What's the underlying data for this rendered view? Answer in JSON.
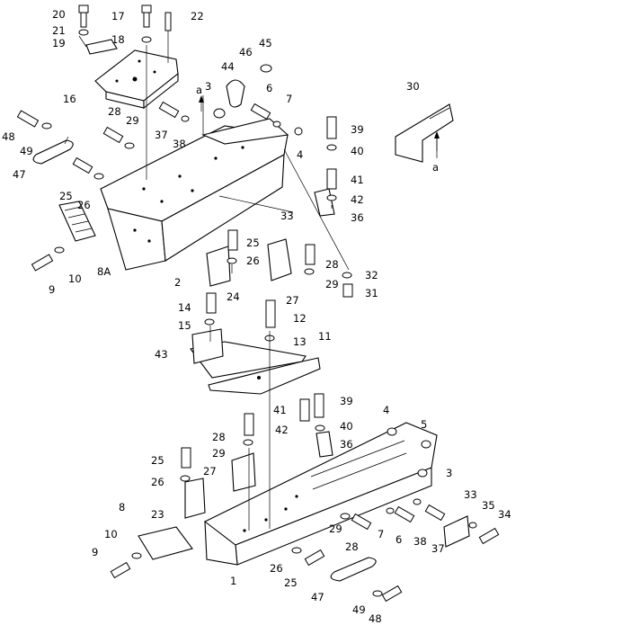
{
  "callouts": {
    "c1": "1",
    "c2": "2",
    "c3a": "3",
    "c3b": "3",
    "c4a": "4",
    "c4b": "4",
    "c5": "5",
    "c6a": "6",
    "c6b": "6",
    "c7a": "7",
    "c7b": "7",
    "c8": "8",
    "c8a": "8A",
    "c9a": "9",
    "c9b": "9",
    "c10a": "10",
    "c10b": "10",
    "c11": "11",
    "c12": "12",
    "c13": "13",
    "c14": "14",
    "c15": "15",
    "c16": "16",
    "c17": "17",
    "c18": "18",
    "c19": "19",
    "c20": "20",
    "c21": "21",
    "c22": "22",
    "c23": "23",
    "c24": "24",
    "c25a": "25",
    "c25b": "25",
    "c25c": "25",
    "c25d": "25",
    "c26a": "26",
    "c26b": "26",
    "c26c": "26",
    "c26d": "26",
    "c27a": "27",
    "c27b": "27",
    "c28a": "28",
    "c28b": "28",
    "c28c": "28",
    "c28d": "28",
    "c29a": "29",
    "c29b": "29",
    "c29c": "29",
    "c29d": "29",
    "c30": "30",
    "c31": "31",
    "c32": "32",
    "c33a": "33",
    "c33b": "33",
    "c34": "34",
    "c35": "35",
    "c36a": "36",
    "c36b": "36",
    "c37a": "37",
    "c37b": "37",
    "c38a": "38",
    "c38b": "38",
    "c39a": "39",
    "c39b": "39",
    "c40a": "40",
    "c40b": "40",
    "c41a": "41",
    "c41b": "41",
    "c42a": "42",
    "c42b": "42",
    "c43": "43",
    "c44": "44",
    "c45": "45",
    "c46": "46",
    "c47a": "47",
    "c47b": "47",
    "c48a": "48",
    "c48b": "48",
    "c49a": "49",
    "c49b": "49",
    "ref_a1": "a",
    "ref_a2": "a"
  }
}
